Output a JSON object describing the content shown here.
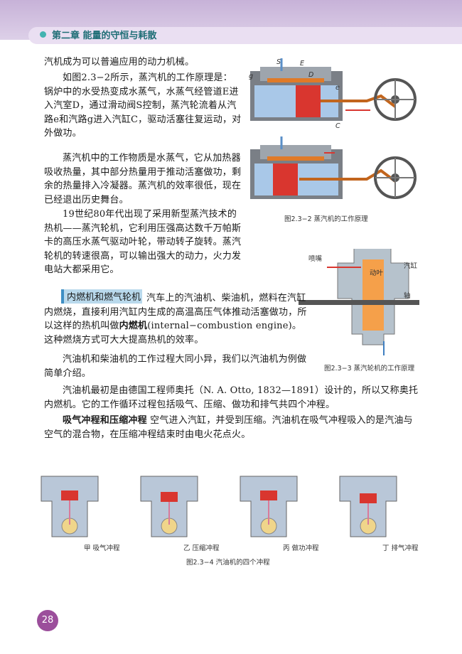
{
  "header": {
    "chapter_title": "第二章  能量的守恒与耗散"
  },
  "paragraphs": {
    "p1": "汽机成为可以普遍应用的动力机械。",
    "p2": "如图2.3−2所示，蒸汽机的工作原理是：锅炉中的水受热变成水蒸气，水蒸气经管道E进入汽室D，通过滑动阀S控制，蒸汽轮流着从汽路e和汽路g进入汽缸C，驱动活塞往复运动，对外做功。",
    "p3": "蒸汽机中的工作物质是水蒸气，它从加热器吸收热量，其中部分热量用于推动活塞做功，剩余的热量排入冷凝器。蒸汽机的效率很低，现在已经退出历史舞台。",
    "p4": "19世纪80年代出现了采用新型蒸汽技术的热机——蒸汽轮机，它利用压强高达数千万帕斯卡的高压水蒸气驱动叶轮，带动转子旋转。蒸汽轮机的转速很高，可以输出强大的动力，火力发电站大都采用它。",
    "p5_heading": "内燃机和燃气轮机",
    "p5_a": "汽车上的汽油机、柴油机，燃料在汽缸内燃烧，直接利用汽缸内生成的高温高压气体推动活塞做功，所以这样的热机叫做",
    "p5_term": "内燃机",
    "p5_b": "(internal−combustion engine)。这种燃烧方式可大大提高热机的效率。",
    "p6": "汽油机和柴油机的工作过程大同小异，我们以汽油机为例做简单介绍。",
    "p7": "汽油机最初是由德国工程师奥托（N. A. Otto, 1832—1891）设计的，所以又称奥托内燃机。它的工作循环过程包括吸气、压缩、做功和排气共四个冲程。",
    "p8_term": "吸气冲程和压缩冲程",
    "p8_rest": "空气进入汽缸，并受到压缩。汽油机在吸气冲程吸入的是汽油与空气的混合物，在压缩冲程结束时由电火花点火。"
  },
  "figures": {
    "fig2_caption": "图2.3−2   蒸汽机的工作原理",
    "fig2_labels": {
      "S": "S",
      "E": "E",
      "D": "D",
      "e": "e",
      "g": "g",
      "C": "C"
    },
    "fig3_caption": "图2.3−3   蒸汽轮机的工作原理",
    "fig3_labels": {
      "nozzle": "喷嘴",
      "blade": "动叶",
      "cylinder": "汽缸",
      "shaft": "轴"
    },
    "fig4_caption": "图2.3−4   汽油机的四个冲程",
    "fig4_subs": [
      "甲  吸气冲程",
      "乙  压缩冲程",
      "丙  做功冲程",
      "丁  排气冲程"
    ]
  },
  "page_number": "28",
  "colors": {
    "accent": "#43b3b0",
    "header": "#c7b2d8",
    "steam": "#e07a28",
    "piston": "#d9362f",
    "water": "#a9c8e8"
  }
}
